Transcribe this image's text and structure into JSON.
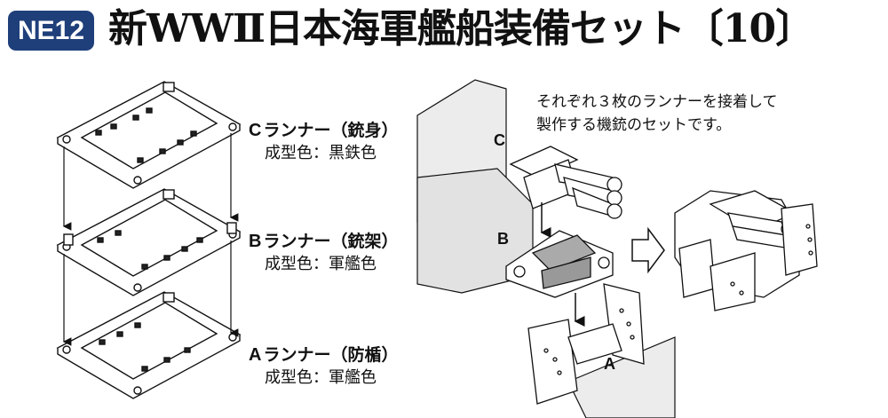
{
  "product": {
    "code": "NE12",
    "title": "新WWⅡ日本海軍艦船装備セット〔10〕"
  },
  "runners": [
    {
      "letter": "C",
      "name": "ランナー（銃身）",
      "color": "成型色：黒鉄色"
    },
    {
      "letter": "B",
      "name": "ランナー（銃架）",
      "color": "成型色：軍艦色"
    },
    {
      "letter": "A",
      "name": "ランナー（防楯）",
      "color": "成型色：軍艦色"
    }
  ],
  "note": {
    "line1": "それぞれ３枚のランナーを接着して",
    "line2": "製作する機銃のセットです。"
  },
  "assembly_labels": [
    "C",
    "B",
    "A"
  ]
}
